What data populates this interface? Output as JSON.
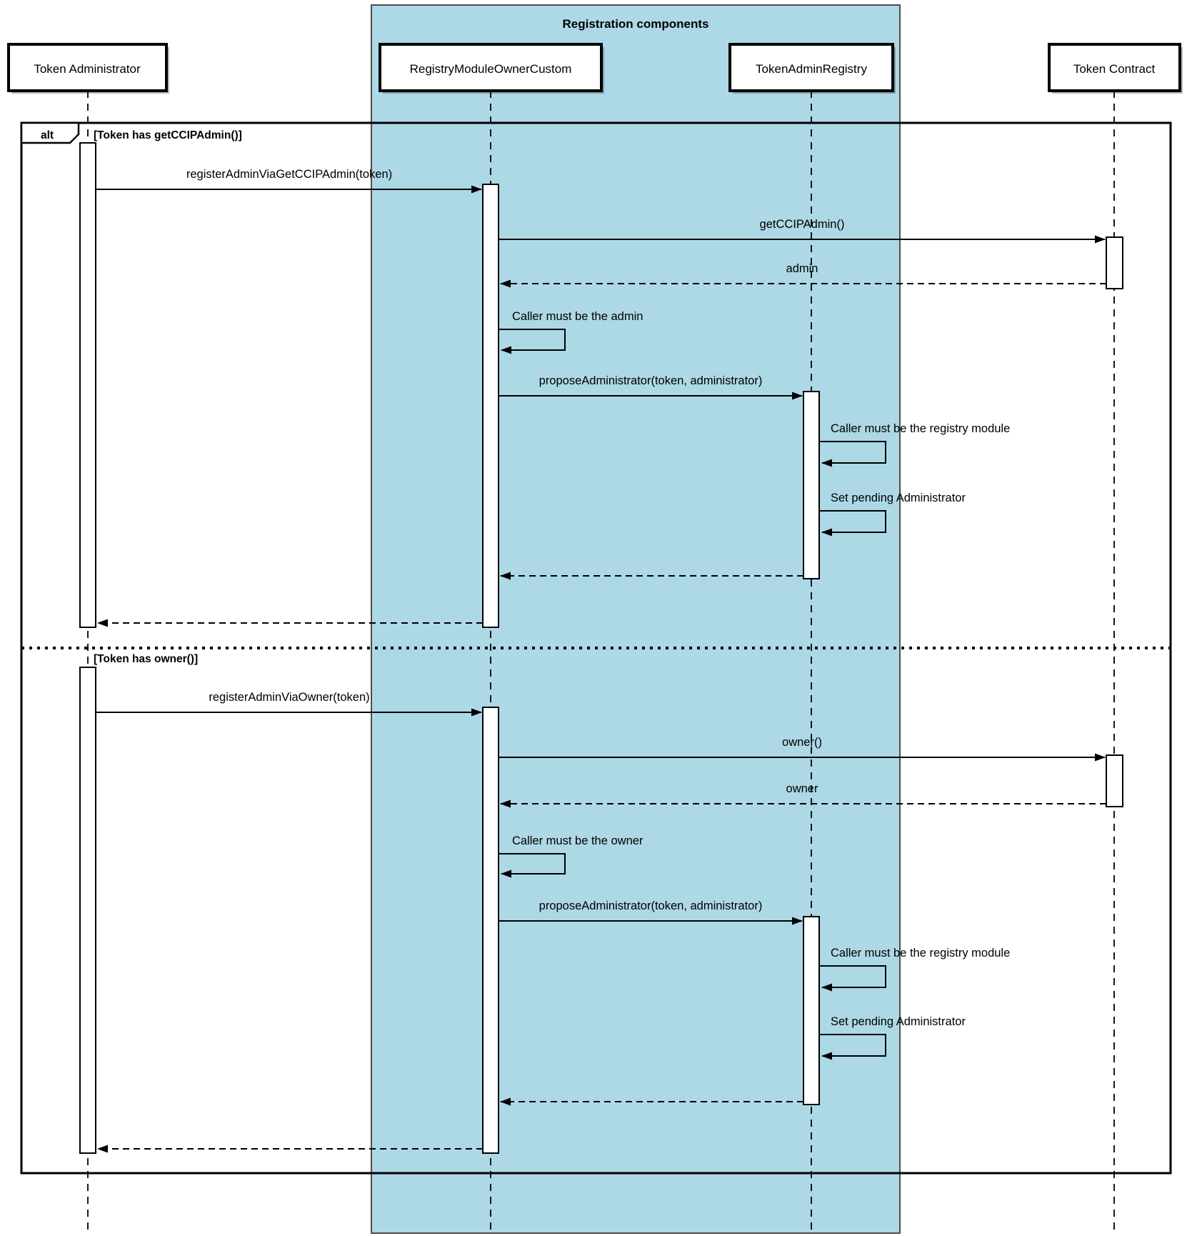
{
  "frame_title": "Registration components",
  "alt_operator": "alt",
  "participants": [
    {
      "label": "Token Administrator"
    },
    {
      "label": "RegistryModuleOwnerCustom"
    },
    {
      "label": "TokenAdminRegistry"
    },
    {
      "label": "Token Contract"
    }
  ],
  "sections": [
    {
      "guard": "[Token has getCCIPAdmin()]",
      "messages": [
        {
          "label": "registerAdminViaGetCCIPAdmin(token)",
          "from": "Token Administrator",
          "to": "RegistryModuleOwnerCustom",
          "kind": "sync"
        },
        {
          "label": "getCCIPAdmin()",
          "from": "RegistryModuleOwnerCustom",
          "to": "Token Contract",
          "kind": "sync"
        },
        {
          "label": "admin",
          "from": "Token Contract",
          "to": "RegistryModuleOwnerCustom",
          "kind": "return"
        },
        {
          "label": "Caller must be the admin",
          "from": "RegistryModuleOwnerCustom",
          "to": "RegistryModuleOwnerCustom",
          "kind": "self"
        },
        {
          "label": "proposeAdministrator(token, administrator)",
          "from": "RegistryModuleOwnerCustom",
          "to": "TokenAdminRegistry",
          "kind": "sync"
        },
        {
          "label": "Caller must be the registry module",
          "from": "TokenAdminRegistry",
          "to": "TokenAdminRegistry",
          "kind": "self"
        },
        {
          "label": "Set pending Administrator",
          "from": "TokenAdminRegistry",
          "to": "TokenAdminRegistry",
          "kind": "self"
        },
        {
          "label": "",
          "from": "TokenAdminRegistry",
          "to": "RegistryModuleOwnerCustom",
          "kind": "return"
        },
        {
          "label": "",
          "from": "RegistryModuleOwnerCustom",
          "to": "Token Administrator",
          "kind": "return"
        }
      ]
    },
    {
      "guard": "[Token has owner()]",
      "messages": [
        {
          "label": "registerAdminViaOwner(token)",
          "from": "Token Administrator",
          "to": "RegistryModuleOwnerCustom",
          "kind": "sync"
        },
        {
          "label": "owner()",
          "from": "RegistryModuleOwnerCustom",
          "to": "Token Contract",
          "kind": "sync"
        },
        {
          "label": "owner",
          "from": "Token Contract",
          "to": "RegistryModuleOwnerCustom",
          "kind": "return"
        },
        {
          "label": "Caller must be the owner",
          "from": "RegistryModuleOwnerCustom",
          "to": "RegistryModuleOwnerCustom",
          "kind": "self"
        },
        {
          "label": "proposeAdministrator(token, administrator)",
          "from": "RegistryModuleOwnerCustom",
          "to": "TokenAdminRegistry",
          "kind": "sync"
        },
        {
          "label": "Caller must be the registry module",
          "from": "TokenAdminRegistry",
          "to": "TokenAdminRegistry",
          "kind": "self"
        },
        {
          "label": "Set pending Administrator",
          "from": "TokenAdminRegistry",
          "to": "TokenAdminRegistry",
          "kind": "self"
        },
        {
          "label": "",
          "from": "TokenAdminRegistry",
          "to": "RegistryModuleOwnerCustom",
          "kind": "return"
        },
        {
          "label": "",
          "from": "RegistryModuleOwnerCustom",
          "to": "Token Administrator",
          "kind": "return"
        }
      ]
    }
  ],
  "colors": {
    "container_fill": "#ADD8E6",
    "line": "#000000",
    "activation_fill": "#FFFFFF",
    "background": "#FFFFFF"
  }
}
